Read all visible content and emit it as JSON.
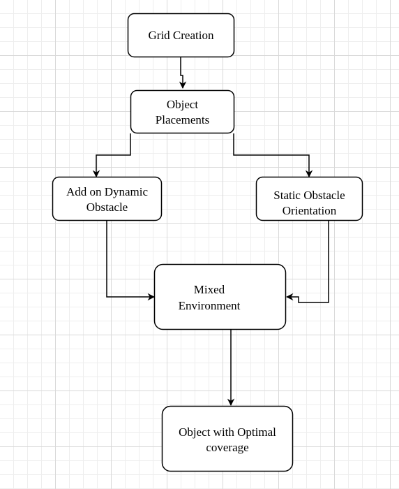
{
  "diagram": {
    "nodes": {
      "grid_creation": {
        "line1": "Grid Creation"
      },
      "object_placements": {
        "line1": "Object",
        "line2": "Placements"
      },
      "dynamic_obstacle": {
        "line1": "Add on Dynamic",
        "line2": "Obstacle"
      },
      "static_obstacle": {
        "line1": "Static Obstacle",
        "line2": "Orientation"
      },
      "mixed_environment": {
        "line1": "Mixed",
        "line2": "Environment"
      },
      "optimal_coverage": {
        "line1": "Object with Optimal",
        "line2": "coverage"
      }
    },
    "colors": {
      "stroke": "#000000",
      "fill": "#ffffff",
      "grid_minor": "#eeeeee",
      "grid_major": "#d9d9d9"
    }
  }
}
